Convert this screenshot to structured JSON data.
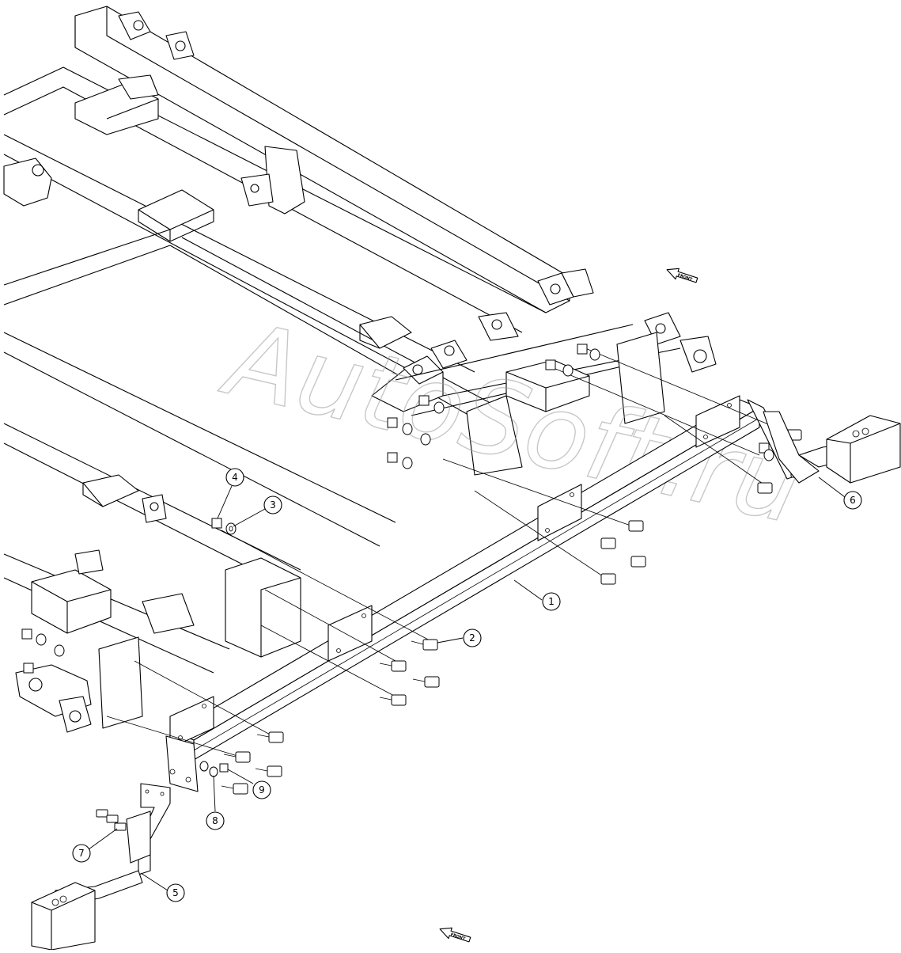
{
  "watermark": {
    "text": "AutoSoft.ru"
  },
  "callouts": [
    {
      "label": "1",
      "part": "crossbar"
    },
    {
      "label": "2",
      "part": "bolt"
    },
    {
      "label": "3",
      "part": "washer"
    },
    {
      "label": "4",
      "part": "nut"
    },
    {
      "label": "5",
      "part": "left-bracket"
    },
    {
      "label": "6",
      "part": "right-bracket"
    },
    {
      "label": "7",
      "part": "small-bolt"
    },
    {
      "label": "8",
      "part": "small-washer"
    },
    {
      "label": "9",
      "part": "small-nut"
    }
  ],
  "direction_arrows": [
    {
      "text": "FRONT"
    },
    {
      "text": "FRONT"
    }
  ]
}
